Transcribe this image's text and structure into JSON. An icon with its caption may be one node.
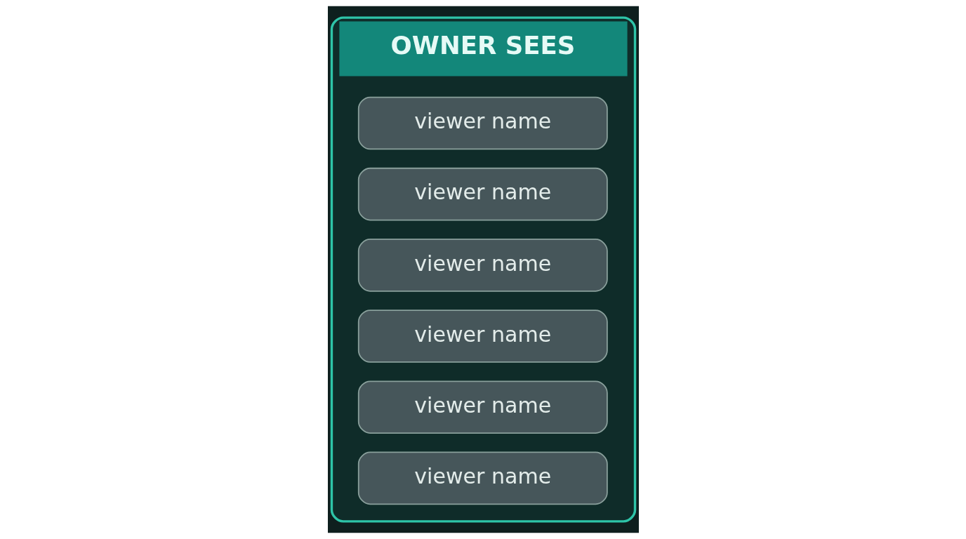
{
  "diagram": {
    "nodes": [
      {
        "text": [
          "OWNER SEES"
        ]
      },
      {
        "text": [
          "viewer name"
        ],
        "in": 0
      },
      {
        "text": [
          "viewer name"
        ],
        "in": 0
      },
      {
        "text": [
          "viewer name"
        ],
        "in": 0
      },
      {
        "text": [
          "viewer name"
        ],
        "in": 0
      },
      {
        "text": [
          "viewer name"
        ],
        "in": 0
      },
      {
        "text": [
          "viewer name"
        ],
        "in": 0
      }
    ]
  }
}
